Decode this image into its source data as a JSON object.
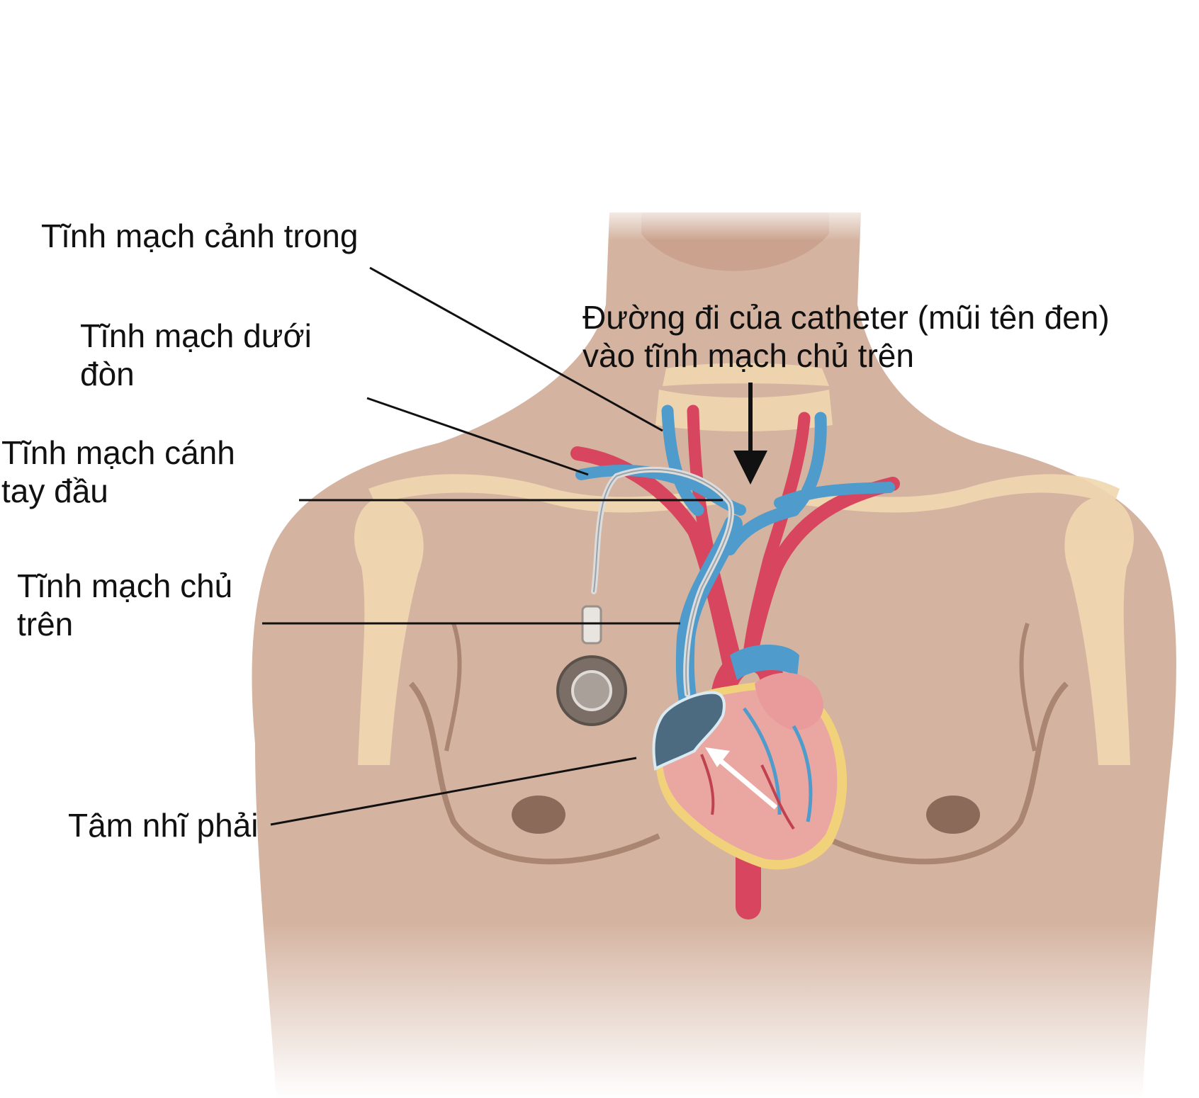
{
  "labels": {
    "internal_jugular": {
      "lines": [
        "Tĩnh mạch cảnh trong"
      ]
    },
    "subclavian": {
      "lines": [
        "Tĩnh mạch dưới",
        "đòn"
      ]
    },
    "brachiocephalic": {
      "lines": [
        "Tĩnh mạch cánh",
        "tay đầu"
      ]
    },
    "svc": {
      "lines": [
        "Tĩnh mạch chủ",
        "trên"
      ]
    },
    "right_atrium": {
      "lines": [
        "Tâm nhĩ phải"
      ]
    },
    "catheter_path": {
      "lines": [
        "Đường đi của catheter (mũi tên đen)",
        "vào tĩnh mạch chủ trên"
      ]
    }
  },
  "colors": {
    "skin": "#d4b3a0",
    "skin_shadow": "#b8907a",
    "bone": "#f0d7b0",
    "vein": "#4f9ccc",
    "artery": "#d8455e",
    "heart": "#eaa7a2",
    "fat": "#f1d27a",
    "atrium": "#4d6b80",
    "port": "#7a6e66",
    "leader": "#111111"
  }
}
